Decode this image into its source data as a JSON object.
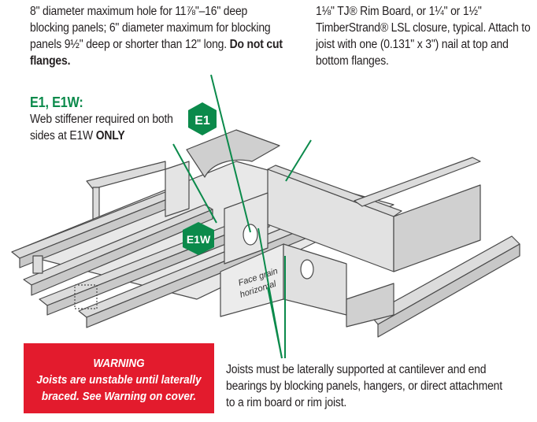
{
  "notes": {
    "hole": {
      "text": "8\" diameter maximum hole for 11⅞\"–16\" deep blocking panels; 6\" diameter maximum for blocking panels 9½\" deep or shorter than 12\" long.",
      "bold": "Do not cut flanges."
    },
    "rim": "1⅛\" TJ® Rim Board, or 1¼\" or 1½\" TimberStrand® LSL closure, typical. Attach to joist with one (0.131\" x 3\") nail at top and bottom flanges.",
    "e1": {
      "heading": "E1, E1W:",
      "text": "Web stiffener required on both sides at E1W",
      "bold": "ONLY"
    },
    "lateral": "Joists must be laterally supported at cantilever and end bearings by blocking panels, hangers, or direct attachment to a rim board or rim joist."
  },
  "badges": {
    "e1": "E1",
    "e1w": "E1W"
  },
  "panel_label": {
    "line1": "Face grain",
    "line2": "horizontal"
  },
  "warning": {
    "title": "WARNING",
    "line1": "Joists are unstable until laterally",
    "line2": "braced. See Warning on cover."
  },
  "colors": {
    "accent_green": "#0b8a4b",
    "warning_red": "#e31b2d",
    "lumber_fill": "#dcdcdc",
    "outline": "#4a4a4a"
  }
}
